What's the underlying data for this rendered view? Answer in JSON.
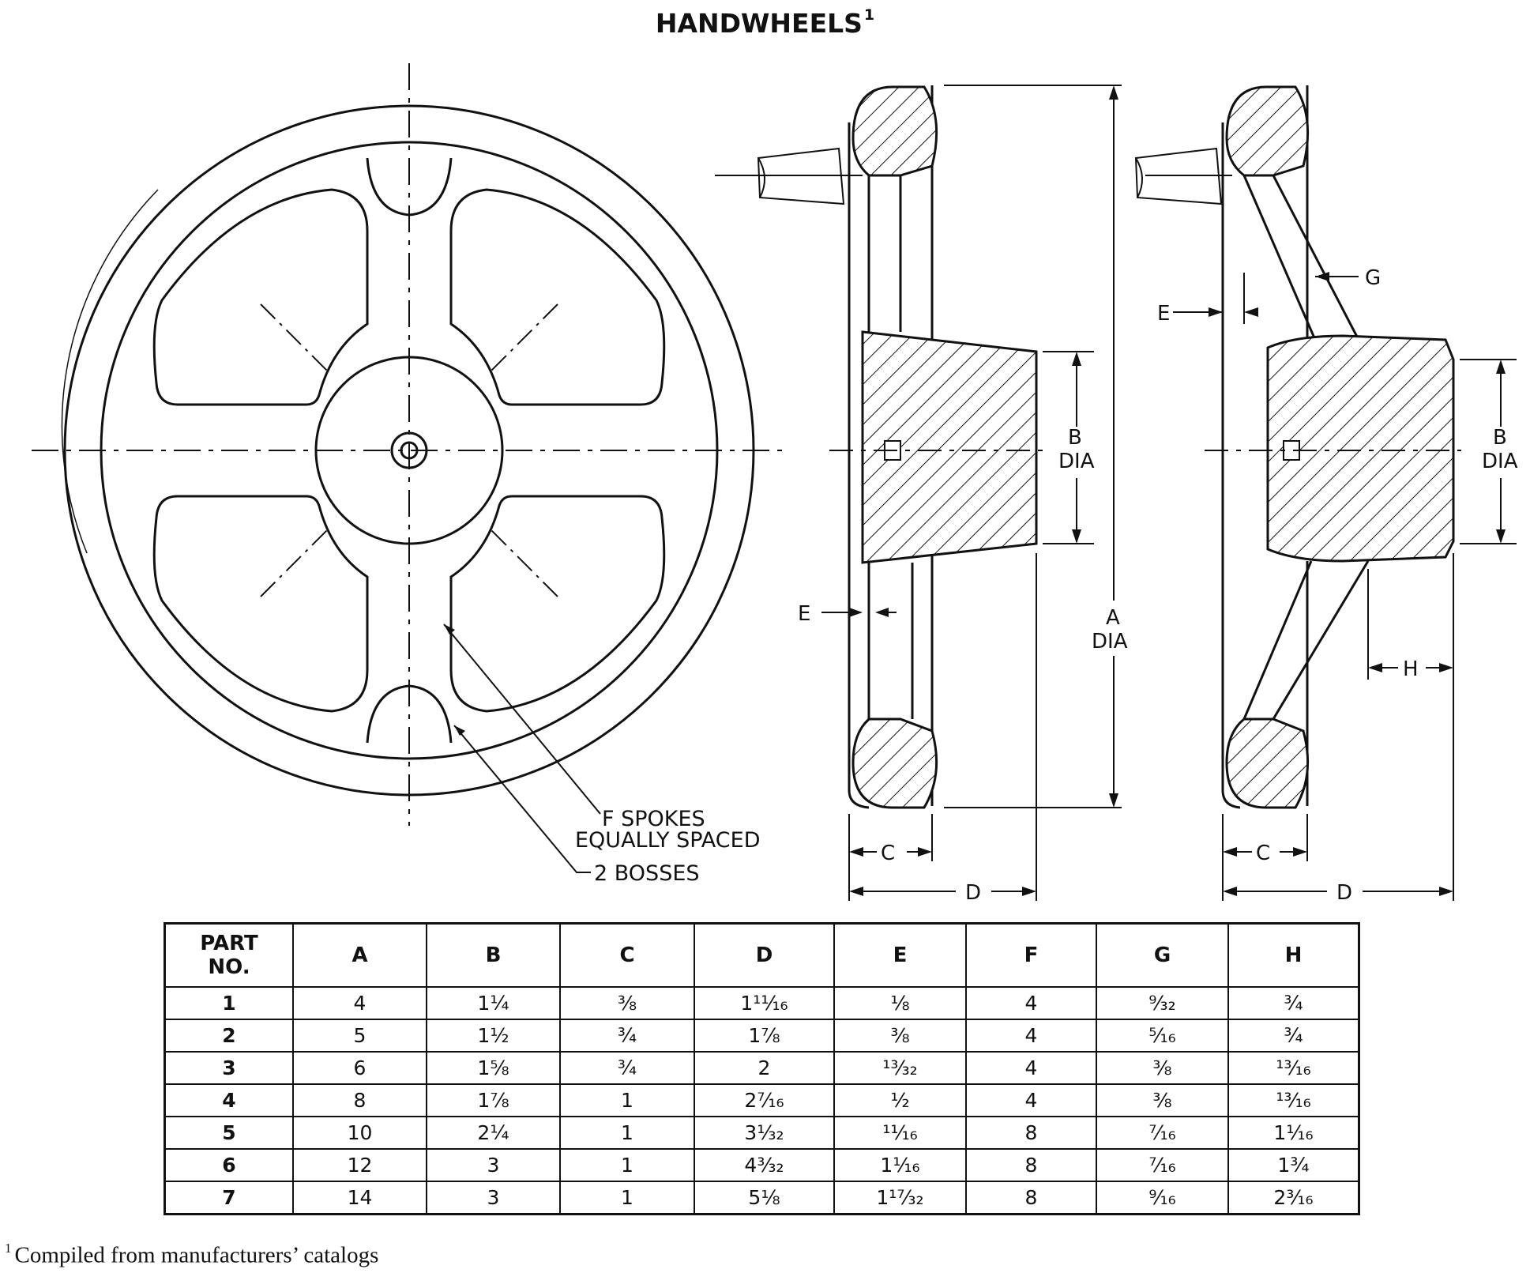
{
  "title": "HANDWHEELS",
  "title_note_ref": "1",
  "drawing": {
    "labels": {
      "spokes_line1": "F SPOKES",
      "spokes_line2": "EQUALLY SPACED",
      "bosses": "2 BOSSES",
      "b_dia_1": "B",
      "dia_1": "DIA",
      "b_dia_2": "B",
      "dia_2": "DIA",
      "a_dia": "A",
      "a_dia_unit": "DIA",
      "e_1": "E",
      "e_2": "E",
      "g": "G",
      "h": "H",
      "c_1": "C",
      "c_2": "C",
      "d_1": "D",
      "d_2": "D"
    }
  },
  "table": {
    "headers": [
      "PART\nNO.",
      "A",
      "B",
      "C",
      "D",
      "E",
      "F",
      "G",
      "H"
    ],
    "rows": [
      [
        "1",
        "4",
        "1¼",
        "⅜",
        "1¹¹⁄₁₆",
        "⅛",
        "4",
        "⁹⁄₃₂",
        "¾"
      ],
      [
        "2",
        "5",
        "1½",
        "¾",
        "1⅞",
        "⅜",
        "4",
        "⁵⁄₁₆",
        "¾"
      ],
      [
        "3",
        "6",
        "1⅝",
        "¾",
        "2",
        "¹³⁄₃₂",
        "4",
        "⅜",
        "¹³⁄₁₆"
      ],
      [
        "4",
        "8",
        "1⅞",
        "1",
        "2⁷⁄₁₆",
        "½",
        "4",
        "⅜",
        "¹³⁄₁₆"
      ],
      [
        "5",
        "10",
        "2¼",
        "1",
        "3¹⁄₃₂",
        "¹¹⁄₁₆",
        "8",
        "⁷⁄₁₆",
        "1¹⁄₁₆"
      ],
      [
        "6",
        "12",
        "3",
        "1",
        "4³⁄₃₂",
        "1¹⁄₁₆",
        "8",
        "⁷⁄₁₆",
        "1¾"
      ],
      [
        "7",
        "14",
        "3",
        "1",
        "5⅛",
        "1¹⁷⁄₃₂",
        "8",
        "⁹⁄₁₆",
        "2³⁄₁₆"
      ]
    ]
  },
  "footnote": {
    "ref": "1",
    "text": "Compiled from manufacturers’ catalogs"
  }
}
